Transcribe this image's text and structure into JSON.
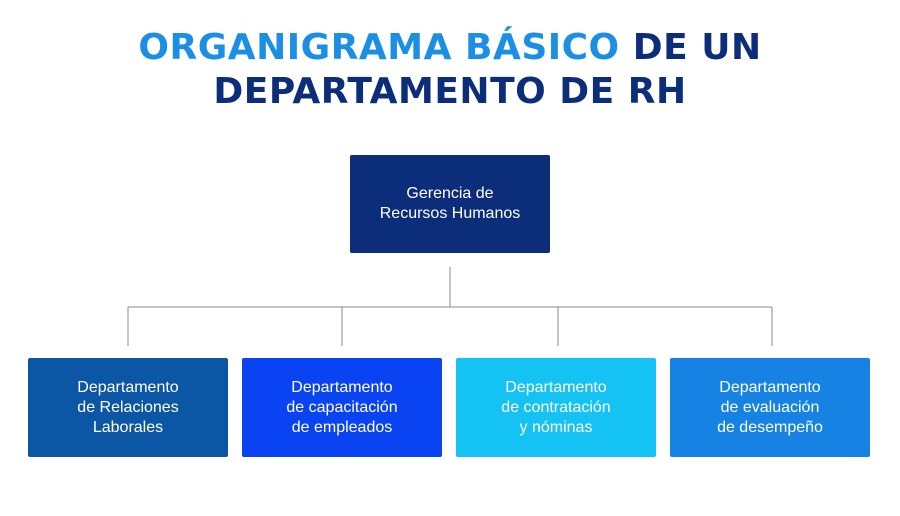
{
  "title": {
    "accent": "ORGANIGRAMA BÁSICO",
    "rest_line1": "DE UN",
    "line2": "DEPARTAMENTO DE RH"
  },
  "colors": {
    "title_accent": "#1a8fe3",
    "title_dark": "#0b2d7a",
    "connector": "#8a8a8a"
  },
  "head": {
    "label": "Gerencia de\nRecursos Humanos",
    "color": "#0b2d7a"
  },
  "departments": [
    {
      "label": "Departamento\nde Relaciones\nLaborales",
      "color": "#0c56a6"
    },
    {
      "label": "Departamento\nde capacitación\nde empleados",
      "color": "#0a44f2"
    },
    {
      "label": "Departamento\nde contratación\ny nóminas",
      "color": "#14c2f4"
    },
    {
      "label": "Departamento\nde evaluación\nde desempeño",
      "color": "#1683e4"
    }
  ]
}
